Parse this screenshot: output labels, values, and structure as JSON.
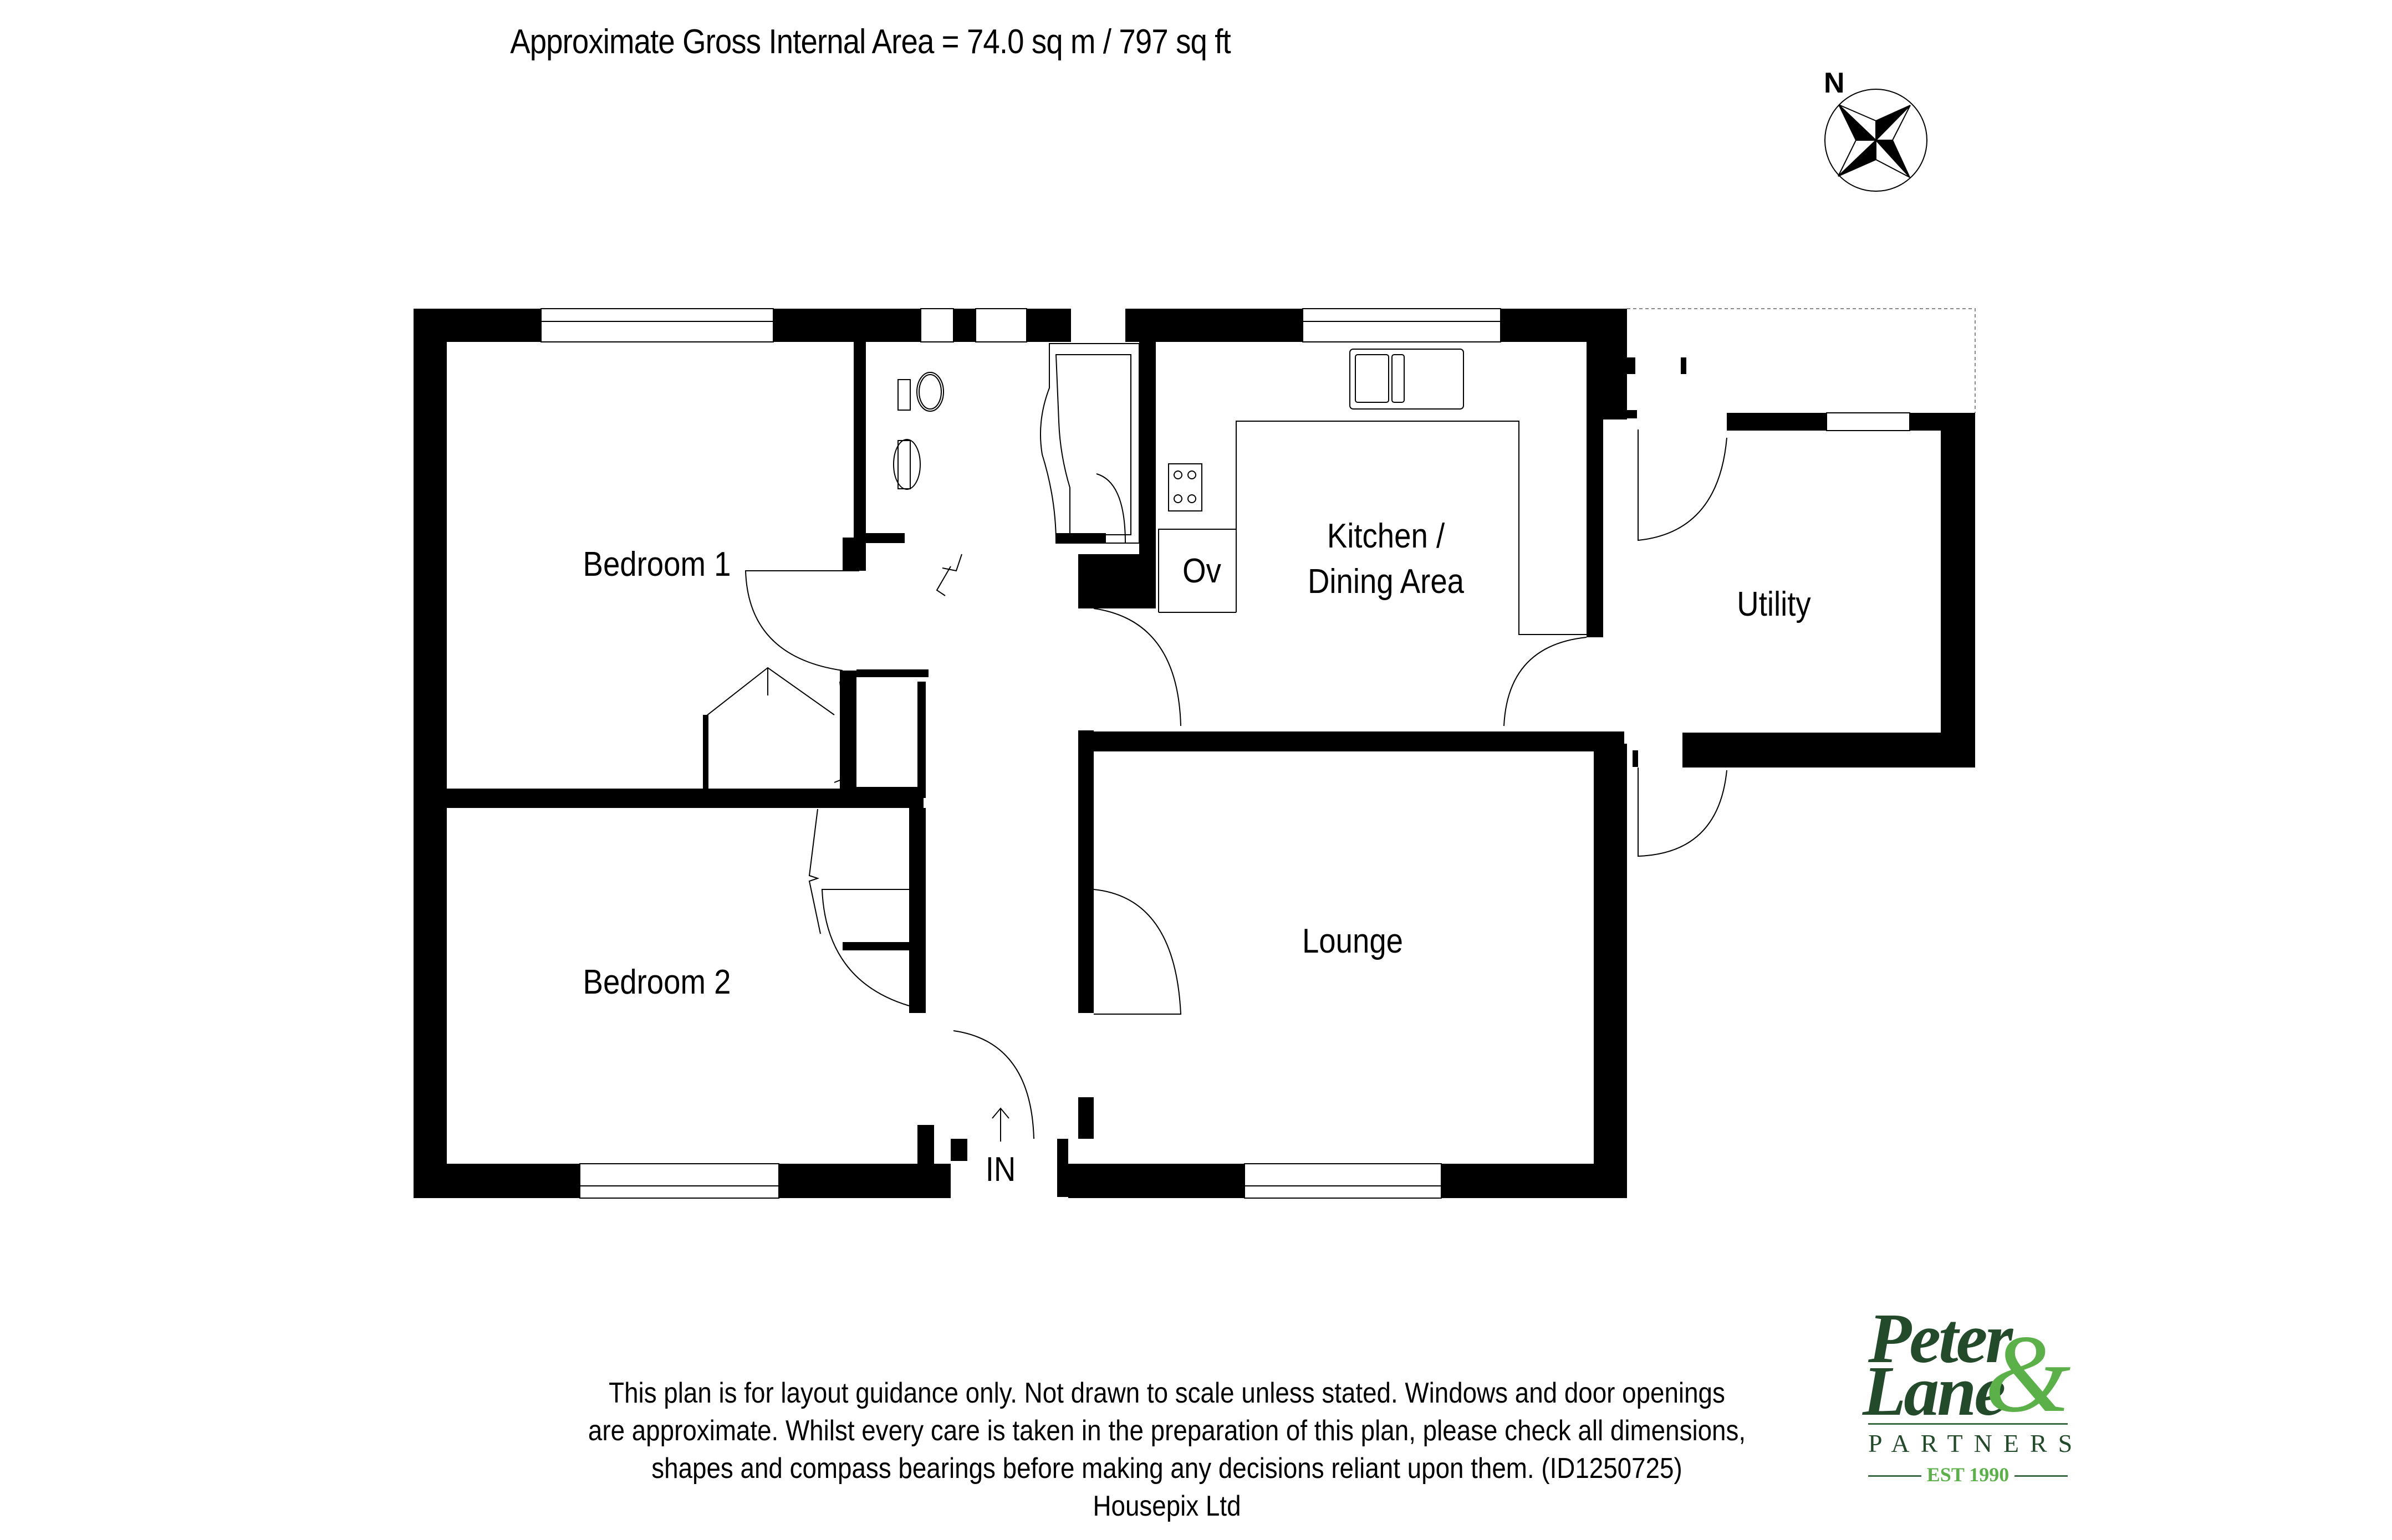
{
  "header": {
    "area_title": "Approximate Gross Internal Area  = 74.0 sq m / 797 sq ft"
  },
  "compass": {
    "label": "N",
    "icon": "compass-rose-icon"
  },
  "rooms": {
    "bedroom1": "Bedroom 1",
    "bedroom2": "Bedroom 2",
    "kitchen_line1": "Kitchen /",
    "kitchen_line2": "Dining Area",
    "oven": "Ov",
    "utility": "Utility",
    "lounge": "Lounge",
    "entrance": "IN"
  },
  "disclaimer": {
    "line1": "This plan is for layout guidance only. Not drawn to scale unless stated. Windows and door openings",
    "line2": "are approximate. Whilst every care is taken in the preparation of this plan, please check all dimensions,",
    "line3": "shapes and compass bearings before making any decisions reliant upon them. (ID1250725)",
    "line4": "Housepix Ltd"
  },
  "logo": {
    "word1": "Peter",
    "word2": "Lane",
    "ampersand": "&",
    "partners": "PARTNERS",
    "est": "EST 1990",
    "colors": {
      "dark_green": "#244a2c",
      "light_green": "#5bb04a"
    }
  },
  "colors": {
    "wall": "#000000",
    "background": "#ffffff"
  }
}
